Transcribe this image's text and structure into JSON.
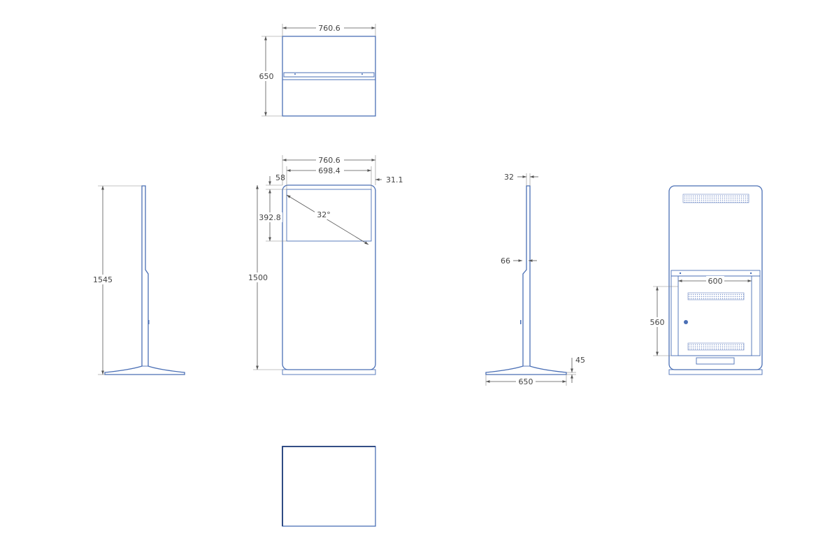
{
  "dimensions": {
    "top_width": "760.6",
    "top_depth": "650",
    "front_width": "760.6",
    "screen_width": "698.4",
    "screen_offset_left": "58",
    "screen_offset_right": "31.1",
    "screen_height": "392.8",
    "body_height": "1500",
    "screen_angle": "32°",
    "total_height": "1545",
    "side_top_thickness": "32",
    "side_mid_thickness": "66",
    "base_thickness": "45",
    "base_depth": "650",
    "door_width": "600",
    "door_height": "560"
  },
  "colors": {
    "outline": "#4a6fb5",
    "dimension": "#555555",
    "bottom_view_edge": "#1f3c78"
  }
}
